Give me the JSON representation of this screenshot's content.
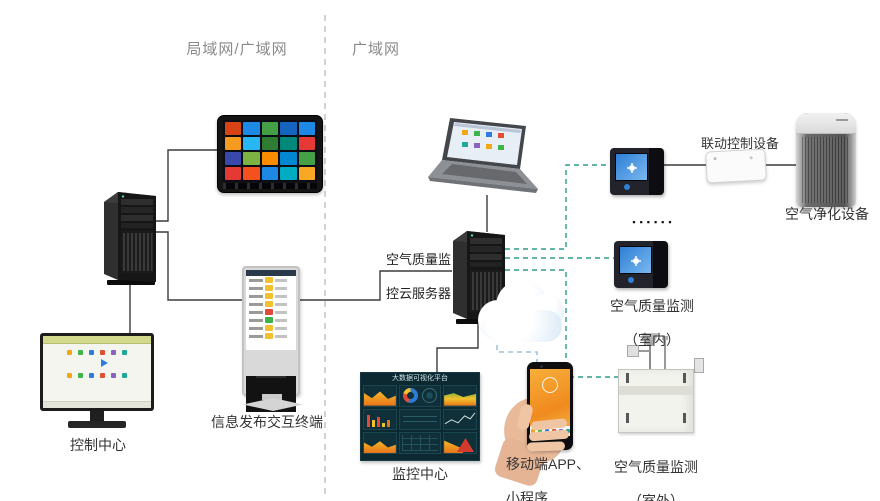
{
  "diagram": {
    "zone_left_label": "局域网/广域网",
    "zone_right_label": "广域网",
    "ellipsis": "▪▪▪▪▪▪"
  },
  "colors": {
    "line_solid": "#3b3b3b",
    "line_teal": "#2f9e8a",
    "line_blue": "#9cc4e0",
    "divider": "#b5b5b5",
    "zone_label": "#8a8a8a",
    "device_label": "#333333"
  },
  "devices": {
    "tablet": {
      "tile_colors": [
        "#d84315",
        "#1e88e5",
        "#43a047",
        "#1565c0",
        "#1e88e5",
        "#f59b1f",
        "#29b6f6",
        "#2e7d32",
        "#00897b",
        "#e53935",
        "#3949ab",
        "#7cb342",
        "#fb8c00",
        "#0288d1",
        "#43a047",
        "#e53935",
        "#f4511e",
        "#1e88e5",
        "#00acc1",
        "#f9a825"
      ]
    },
    "control_center": {
      "label": "控制中心"
    },
    "kiosk": {
      "label": "信息发布交互终端",
      "row_colors": [
        "#f2c12e",
        "#f2c12e",
        "#f2c12e",
        "#f2c12e",
        "#e04a3a",
        "#43b14b",
        "#f2c12e",
        "#f2c12e"
      ]
    },
    "cloud_server": {
      "label_line1": "空气质量监",
      "label_line2": "控云服务器"
    },
    "linkage_device": {
      "label": "联动控制设备"
    },
    "air_purifier": {
      "label": "空气净化设备"
    },
    "indoor_monitor": {
      "label_line1": "空气质量监测",
      "label_line2": "（室内）"
    },
    "dashboard": {
      "title": "大数据可视化平台",
      "label": "监控中心"
    },
    "mobile": {
      "label_line1": "移动端APP、",
      "label_line2": "小程序"
    },
    "outdoor_monitor": {
      "label_line1": "空气质量监测",
      "label_line2": "（室外）"
    }
  },
  "ui_icon_colors": [
    "#f0a818",
    "#3cb54a",
    "#2d7de0",
    "#e05030",
    "#8a62c0",
    "#20a898"
  ]
}
